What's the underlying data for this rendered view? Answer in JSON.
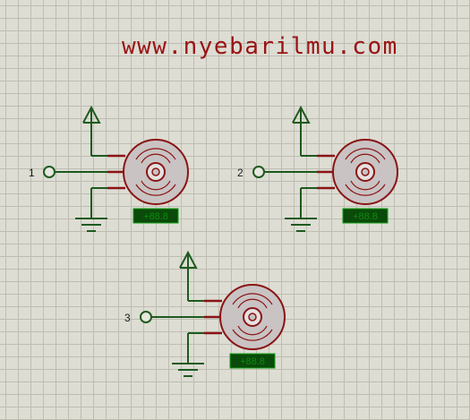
{
  "watermark": {
    "text": "www.nyebarilmu.com",
    "color": "#9a1414"
  },
  "colors": {
    "wire": "#1e5a1e",
    "servo_wire": "#8a1414",
    "servo_body": "#c9c3c3",
    "servo_outline": "#8a1414",
    "counter_bg": "#0a4a0a",
    "counter_text": "#11a011",
    "grid_line": "#bdbdb2"
  },
  "servos": [
    {
      "pin_label": "1",
      "counter": "+88.8"
    },
    {
      "pin_label": "2",
      "counter": "+88.8"
    },
    {
      "pin_label": "3",
      "counter": "+88.8"
    }
  ]
}
